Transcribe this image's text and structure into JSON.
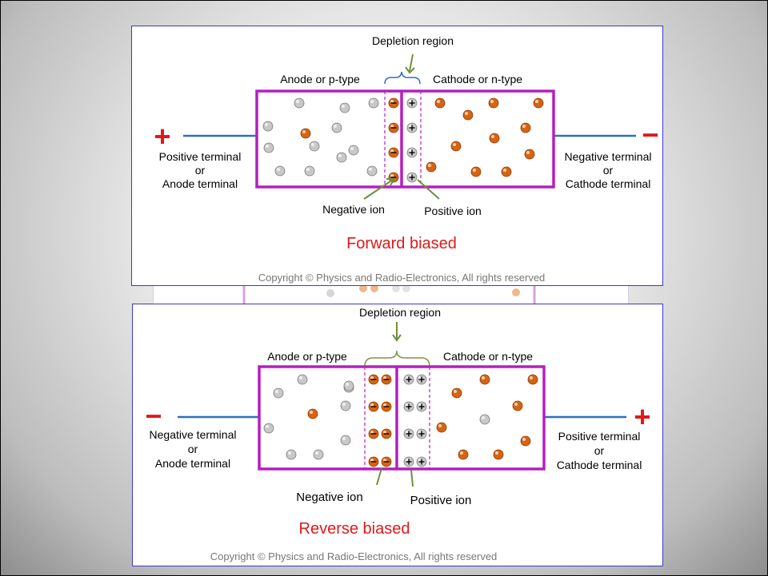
{
  "forward": {
    "depletion_label": "Depletion region",
    "anode_type_label": "Anode or p-type",
    "cathode_type_label": "Cathode or n-type",
    "left_sign": "+",
    "right_sign": "−",
    "left_terminal": [
      "Positive terminal",
      "or",
      "Anode terminal"
    ],
    "right_terminal": [
      "Negative terminal",
      "or",
      "Cathode terminal"
    ],
    "negative_ion_label": "Negative ion",
    "positive_ion_label": "Positive ion",
    "caption": "Forward biased",
    "copyright": "Copyright © Physics and Radio-Electronics, All rights reserved"
  },
  "reverse": {
    "depletion_label": "Depletion region",
    "anode_type_label": "Anode or p-type",
    "cathode_type_label": "Cathode or n-type",
    "left_sign": "−",
    "right_sign": "+",
    "left_terminal": [
      "Negative terminal",
      "or",
      "Anode terminal"
    ],
    "right_terminal": [
      "Positive terminal",
      "or",
      "Cathode terminal"
    ],
    "negative_ion_label": "Negative ion",
    "positive_ion_label": "Positive ion",
    "caption": "Reverse biased",
    "copyright": "Copyright ©  Physics and Radio-Electronics, All rights reserved"
  },
  "colors": {
    "junction_box": "#b51fbf",
    "wire": "#2e6fbe",
    "sign": "#e01919",
    "caption": "#e01919",
    "pointer_arrow": "#6f8f3a",
    "depletion_brace_forward": "#2e6fbe",
    "depletion_brace_reverse": "#7a9a3a",
    "electron": "#d86410",
    "hole": "#c8c8c8",
    "copyright_text": "#777777"
  }
}
